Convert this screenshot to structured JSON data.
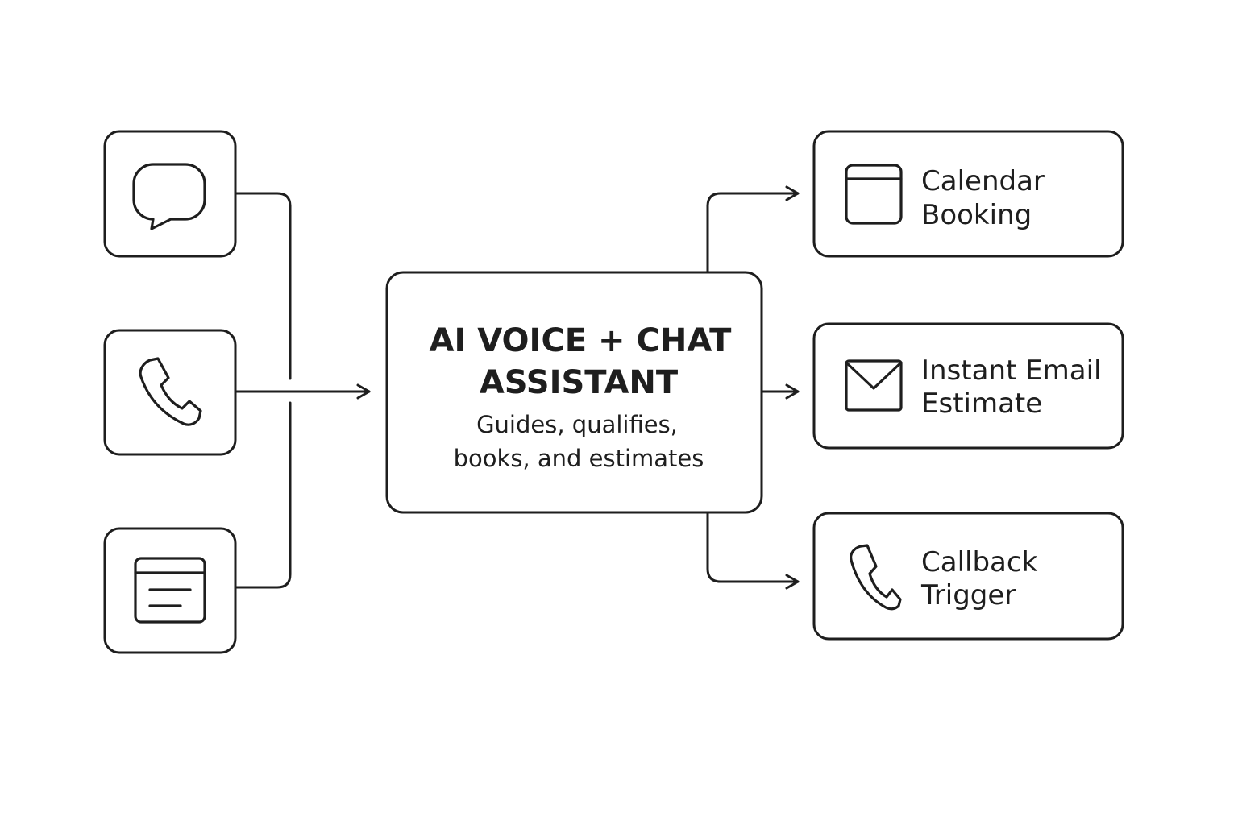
{
  "inputs": [
    {
      "icon": "chat-bubble-icon"
    },
    {
      "icon": "phone-icon"
    },
    {
      "icon": "web-form-icon"
    }
  ],
  "center": {
    "title_line1": "AI VOICE + CHAT",
    "title_line2": "ASSISTANT",
    "subtitle_line1": "Guides, qualifies,",
    "subtitle_line2": "books, and estimates"
  },
  "outputs": [
    {
      "icon": "calendar-icon",
      "line1": "Calendar",
      "line2": "Booking"
    },
    {
      "icon": "envelope-icon",
      "line1": "Instant Email",
      "line2": "Estimate"
    },
    {
      "icon": "phone-icon",
      "line1": "Callback",
      "line2": "Trigger"
    }
  ],
  "colors": {
    "stroke": "#1e1e1e",
    "background": "#ffffff"
  }
}
